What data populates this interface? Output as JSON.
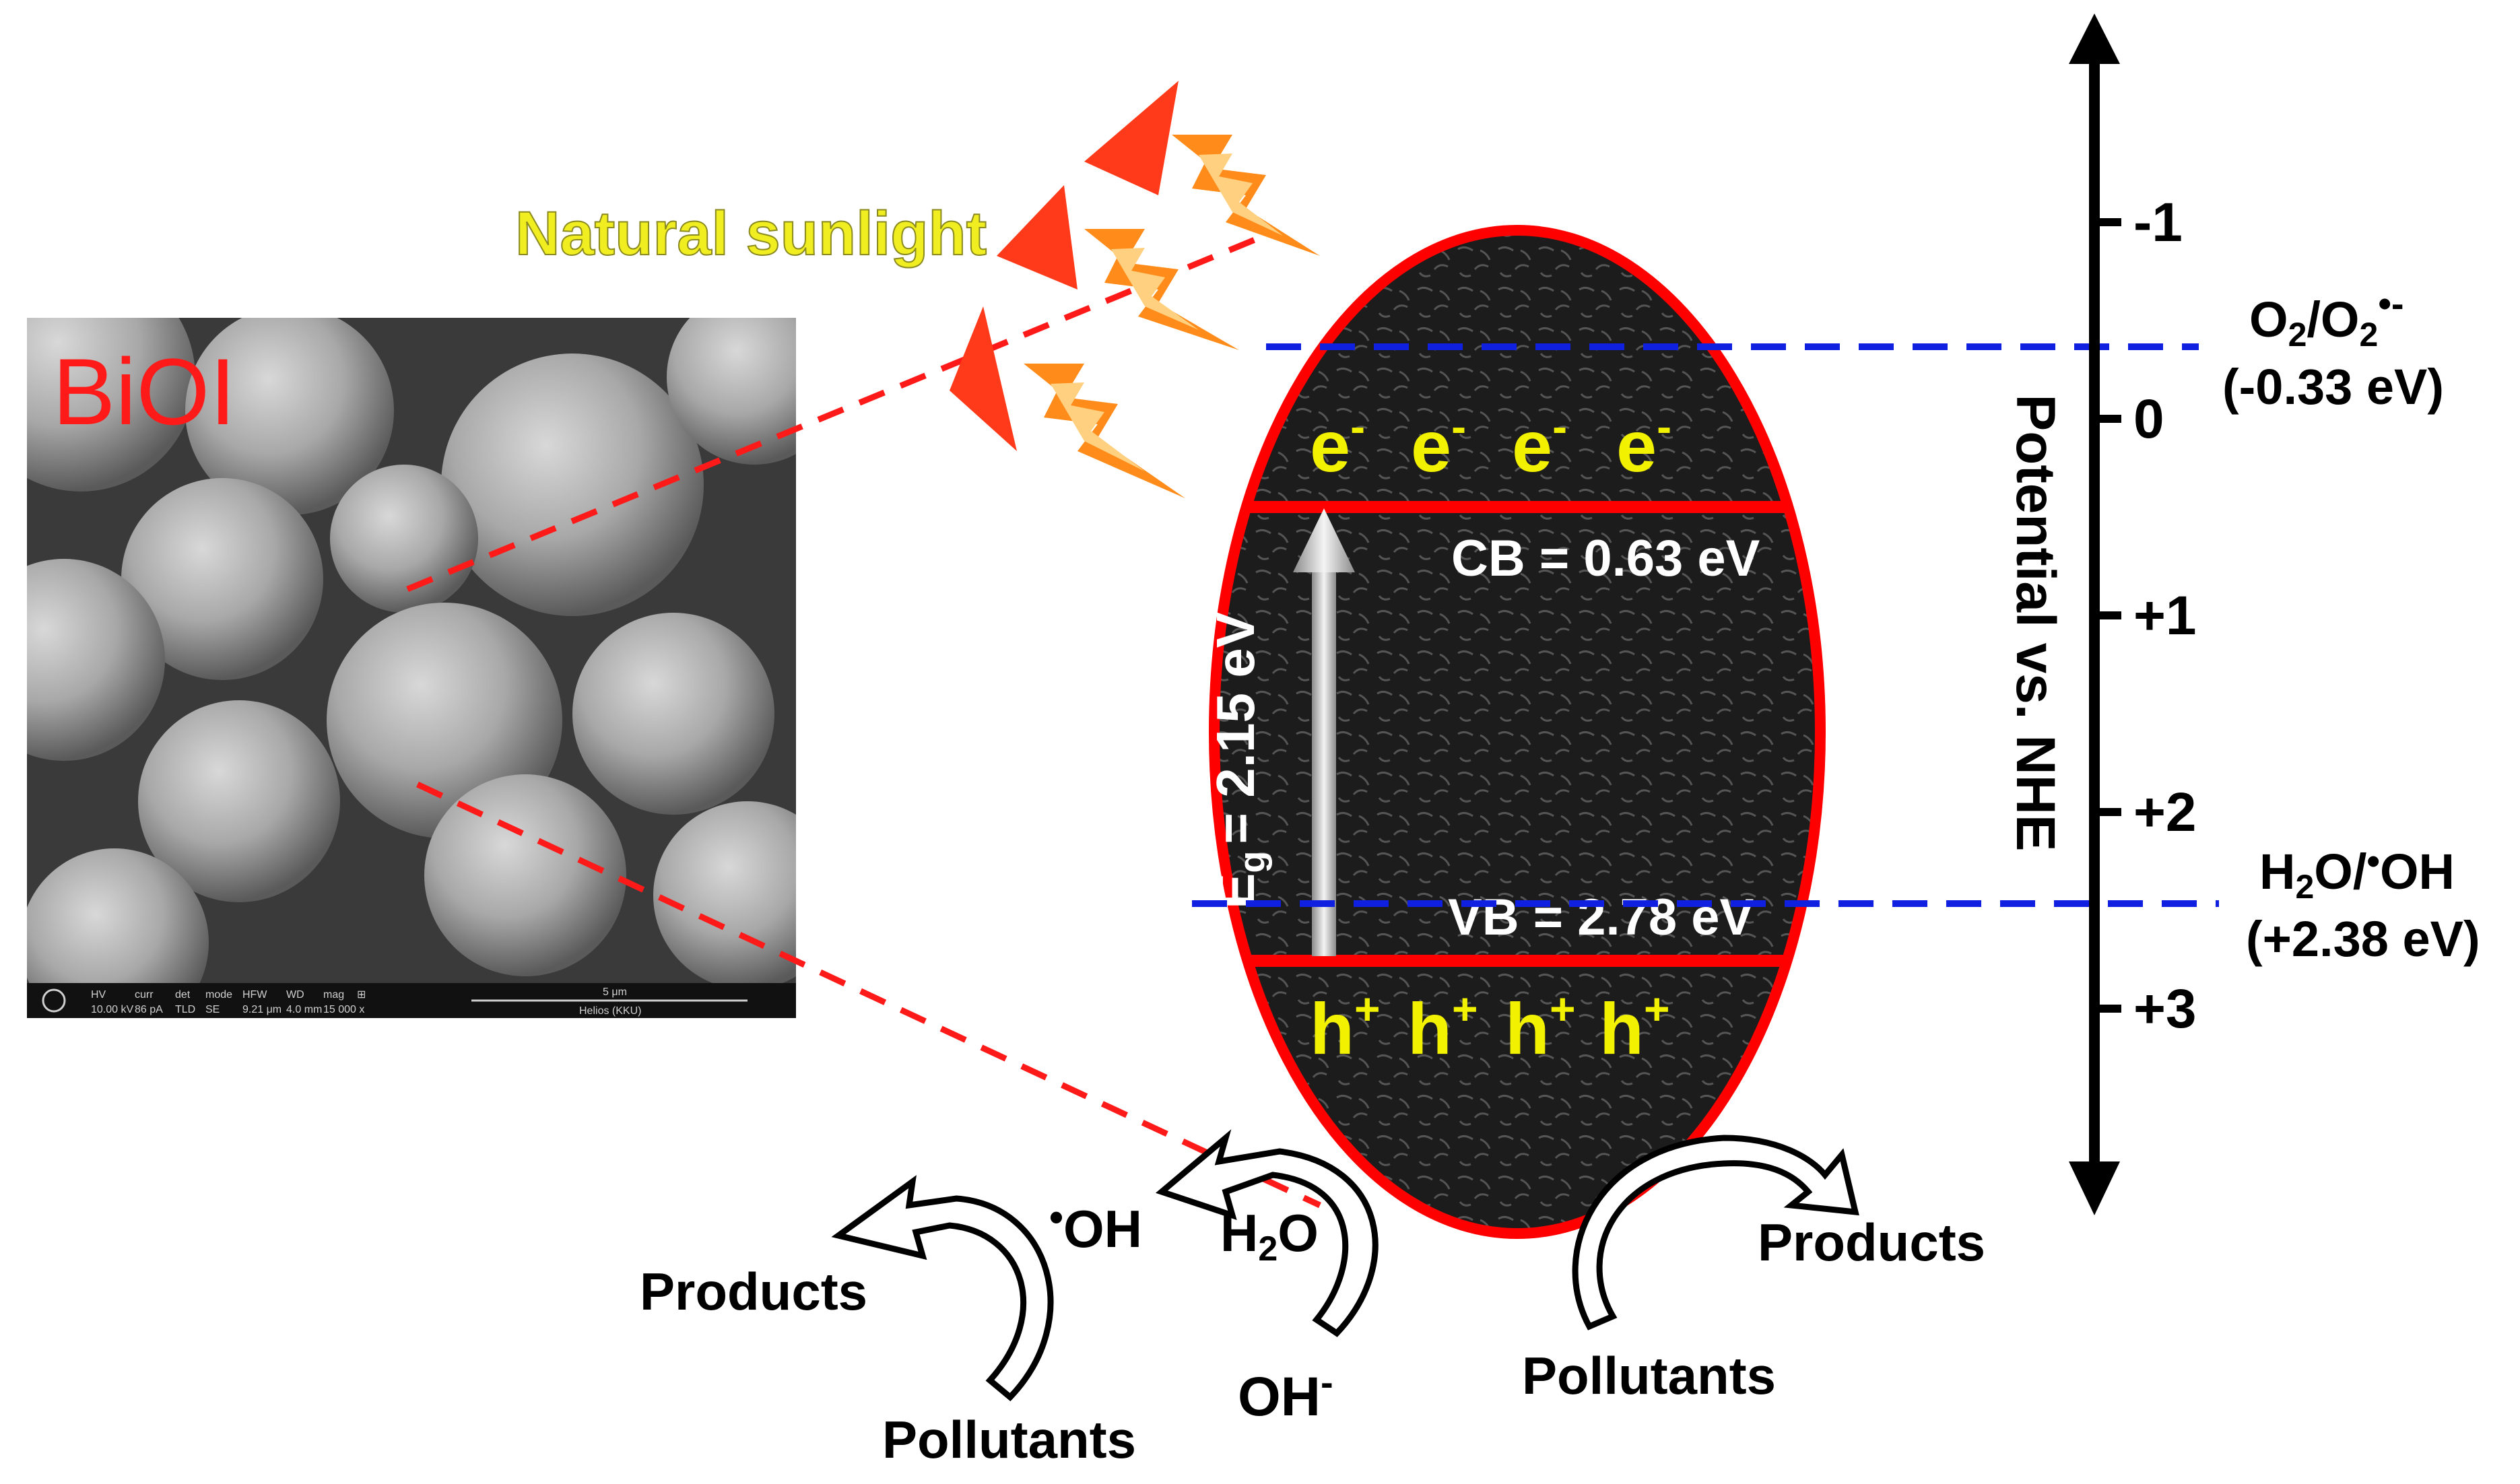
{
  "sem_image": {
    "label": "BiOI",
    "info_bar": {
      "fields": [
        "HV",
        "curr",
        "det",
        "mode",
        "HFW",
        "WD",
        "mag",
        "⊞"
      ],
      "values": [
        "10.00 kV",
        "86 pA",
        "TLD",
        "SE",
        "9.21 μm",
        "4.0 mm",
        "15 000 x"
      ],
      "scale_label": "5 μm",
      "instrument": "Helios (KKU)"
    }
  },
  "sunlight_label": "Natural sunlight",
  "particle": {
    "electrons": [
      "e",
      "e",
      "e",
      "e"
    ],
    "electron_charge": "-",
    "holes": [
      "h",
      "h",
      "h",
      "h"
    ],
    "hole_charge": "+",
    "cb_label": "CB = 0.63 eV",
    "vb_label": "VB = 2.78 eV",
    "bandgap": {
      "symbol": "E",
      "subscript": "g",
      "value": "= 2.15 eV"
    }
  },
  "potential_axis": {
    "title": "Potential vs. NHE",
    "ticks": [
      {
        "label": "-1",
        "value": -1
      },
      {
        "label": "0",
        "value": 0
      },
      {
        "label": "+1",
        "value": 1
      },
      {
        "label": "+2",
        "value": 2
      },
      {
        "label": "+3",
        "value": 3
      }
    ]
  },
  "redox_levels": [
    {
      "species_parts": [
        "O",
        "2",
        "/O",
        "2",
        "•-"
      ],
      "value_label": "(-0.33 eV)",
      "value": -0.33
    },
    {
      "species_parts": [
        "H",
        "2",
        "O/",
        "•",
        "OH"
      ],
      "value_label": "(+2.38 eV)",
      "value": 2.38
    }
  ],
  "reactions": {
    "left": {
      "products": "Products",
      "pollutants": "Pollutants",
      "oh_radical_dot": "•",
      "oh_radical": "OH",
      "water": [
        "H",
        "2",
        "O"
      ],
      "hydroxide": "OH",
      "hydroxide_charge": "-"
    },
    "right": {
      "products": "Products",
      "pollutants": "Pollutants"
    }
  },
  "colors": {
    "label_red": "#ff1a1a",
    "band_red": "#ff0000",
    "dashed_blue": "#1020e0",
    "carrier_yellow": "#f2f200",
    "sunlight_yellow": "#f0ee20",
    "sem_gray": "#5a5a5a"
  }
}
